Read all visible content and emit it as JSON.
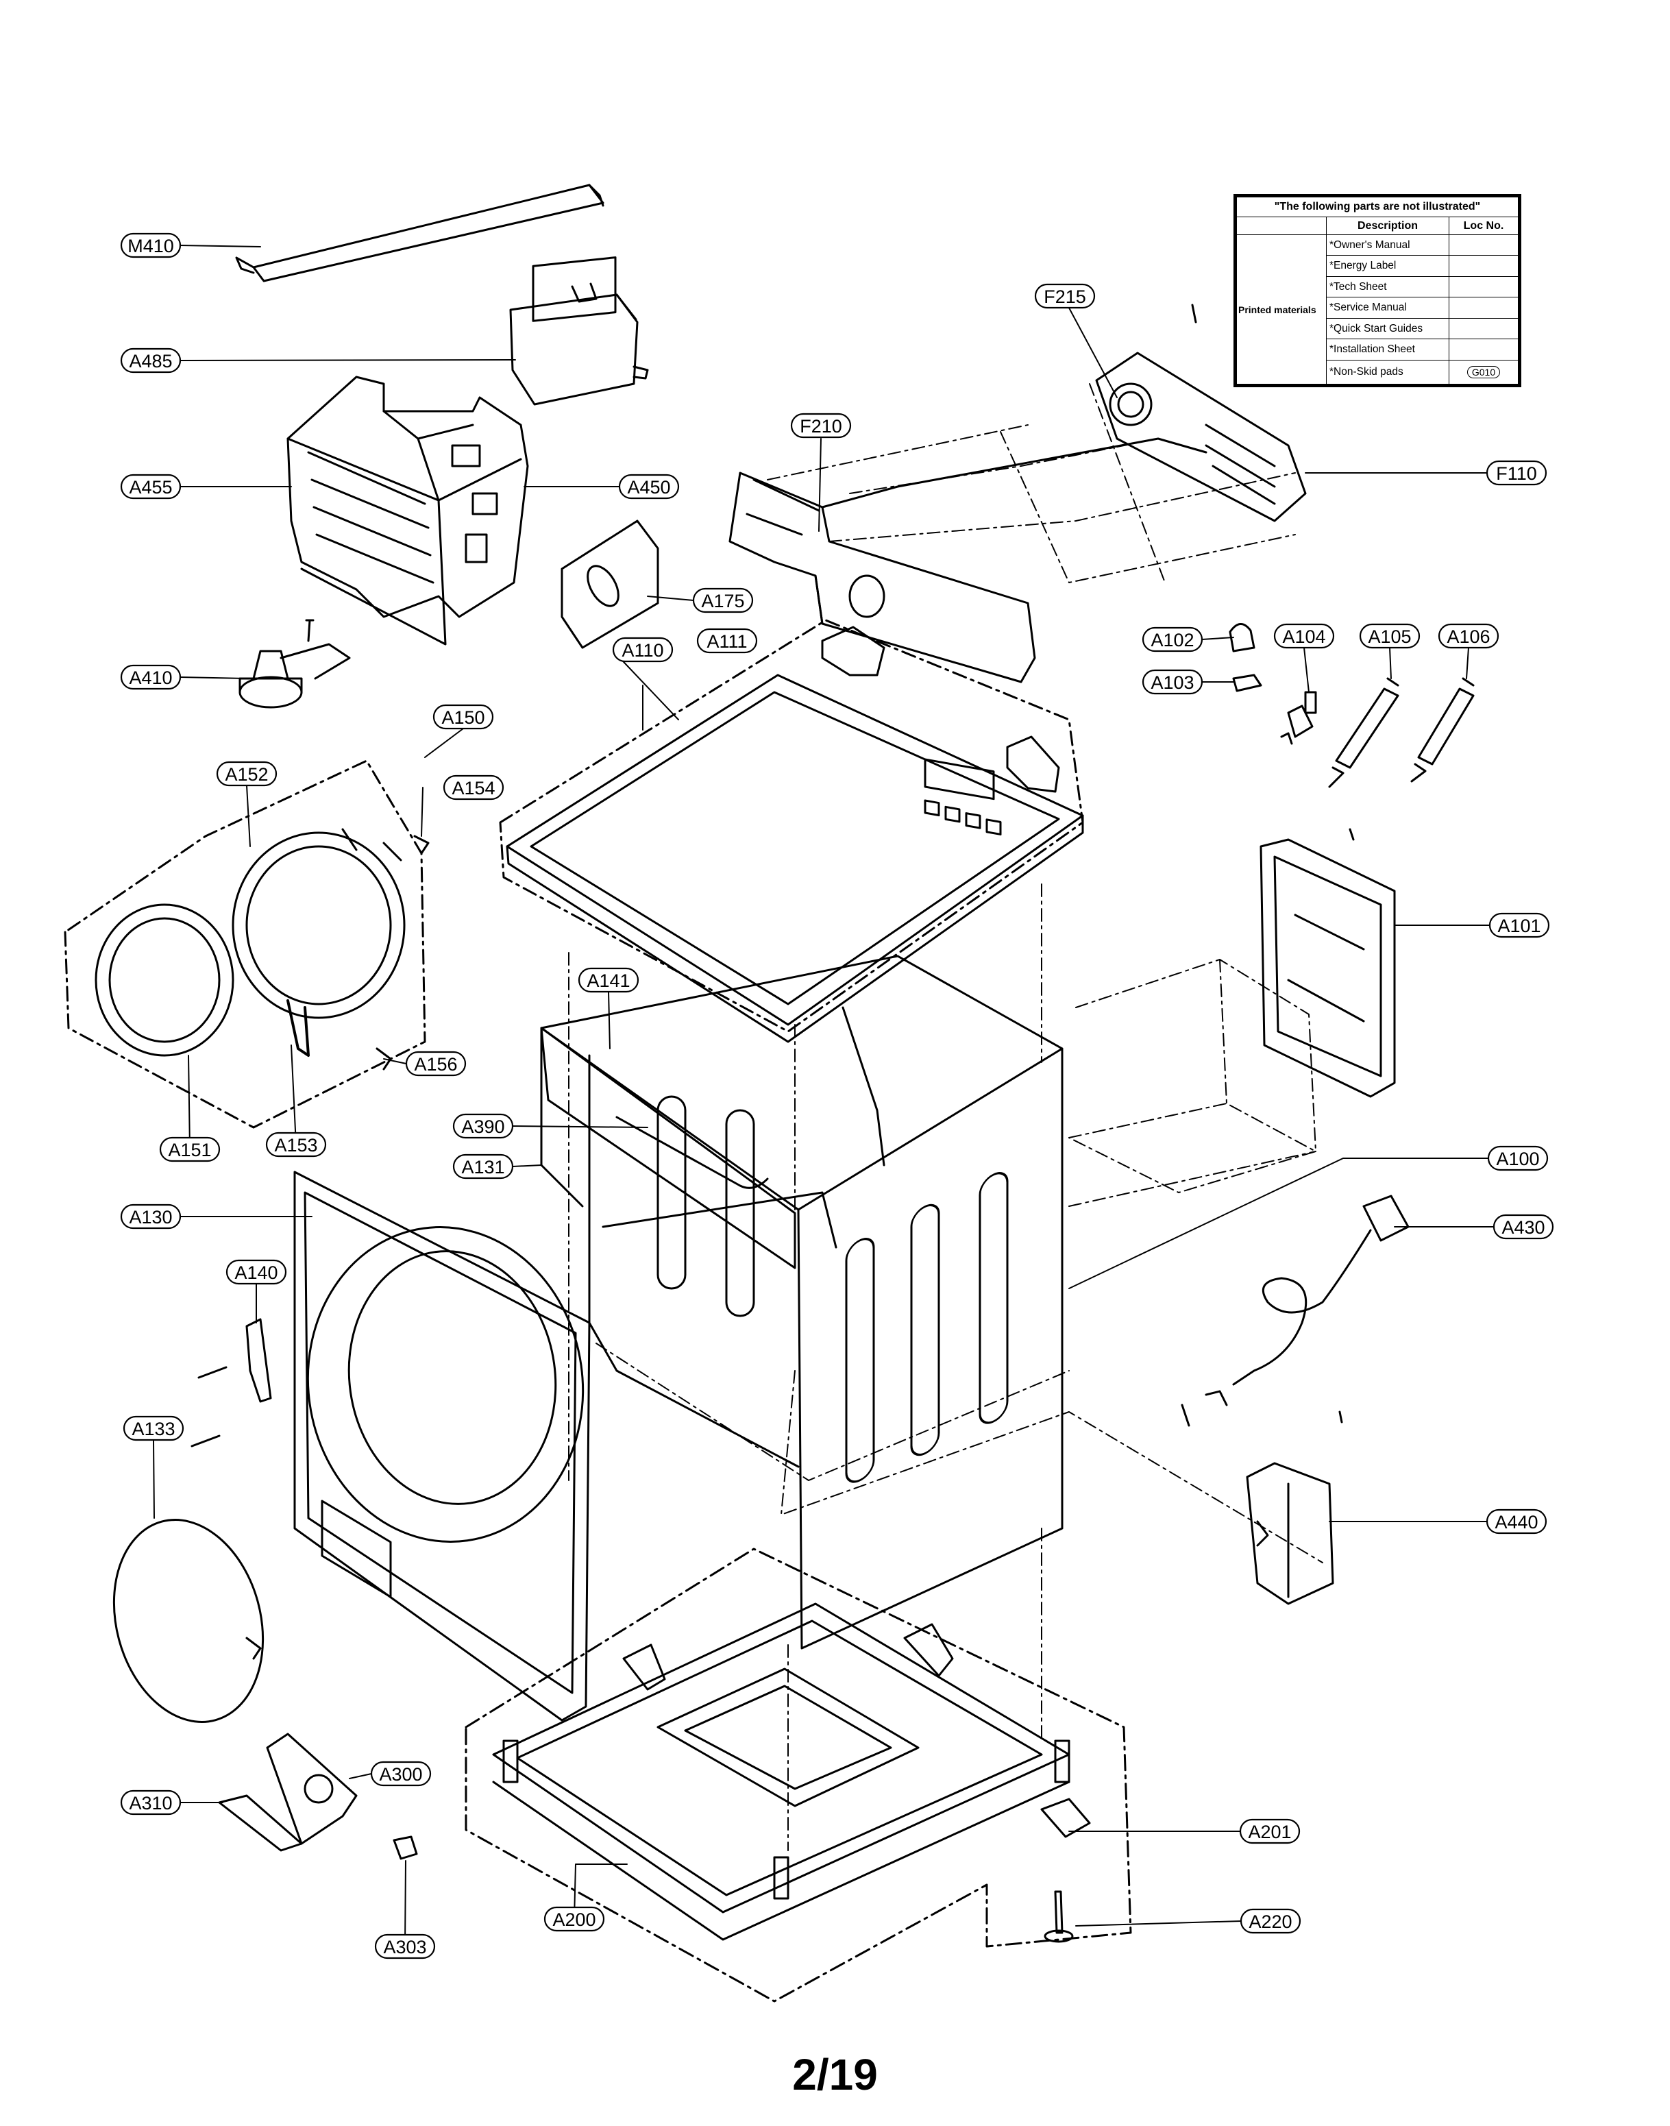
{
  "page": {
    "number": "2/19"
  },
  "not_illustrated_table": {
    "title": "\"The following parts are not illustrated\"",
    "col_description": "Description",
    "col_loc": "Loc No.",
    "group_label": "Printed materials",
    "rows": [
      {
        "description": "*Owner's Manual",
        "loc": ""
      },
      {
        "description": "*Energy Label",
        "loc": ""
      },
      {
        "description": "*Tech Sheet",
        "loc": ""
      },
      {
        "description": "*Service Manual",
        "loc": ""
      },
      {
        "description": "*Quick Start Guides",
        "loc": ""
      },
      {
        "description": "*Installation Sheet",
        "loc": ""
      },
      {
        "description": "*Non-Skid pads",
        "loc": "G010"
      }
    ]
  },
  "callouts": {
    "M410": "M410",
    "A485": "A485",
    "A455": "A455",
    "A450": "A450",
    "A175": "A175",
    "A410": "A410",
    "A150": "A150",
    "A152": "A152",
    "A154": "A154",
    "A156": "A156",
    "A151": "A151",
    "A153": "A153",
    "A130": "A130",
    "A140": "A140",
    "A133": "A133",
    "A310": "A310",
    "A300": "A300",
    "A303": "A303",
    "A200": "A200",
    "F215": "F215",
    "F210": "F210",
    "F110": "F110",
    "A111": "A111",
    "A110": "A110",
    "A102": "A102",
    "A103": "A103",
    "A104": "A104",
    "A105": "A105",
    "A106": "A106",
    "A101": "A101",
    "A141": "A141",
    "A390": "A390",
    "A131": "A131",
    "A100": "A100",
    "A430": "A430",
    "A440": "A440",
    "A201": "A201",
    "A220": "A220"
  },
  "colors": {
    "line": "#000000",
    "background": "#ffffff"
  }
}
